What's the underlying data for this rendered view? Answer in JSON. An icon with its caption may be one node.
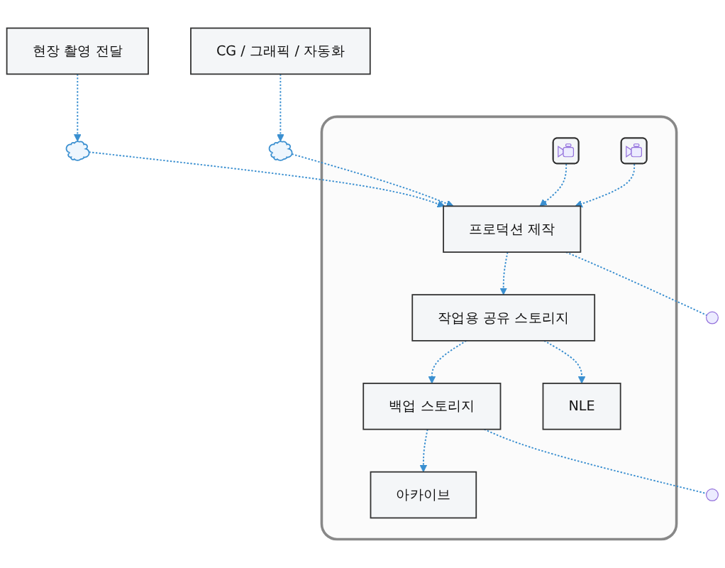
{
  "diagram": {
    "nodes": [
      {
        "text": [
          "현장 촬영 전달"
        ]
      },
      {
        "text": [],
        "shape": "cloud"
      },
      {
        "text": [],
        "shape": "cloud"
      },
      {
        "text": [
          "CG / 그래픽 / 자동화"
        ]
      },
      {
        "text": [],
        "shape": "box"
      },
      {
        "text": [],
        "shape": "picture",
        "in": 4
      },
      {
        "text": [],
        "shape": "picture",
        "in": 4
      },
      {
        "text": [
          "프로덕션 제작"
        ],
        "in": 4
      },
      {
        "text": [
          "백업 스토리지"
        ],
        "in": 4
      },
      {
        "text": [
          "NLE"
        ],
        "in": 4
      },
      {
        "text": [
          "작업용 공유 스토리지"
        ],
        "in": 4
      },
      {
        "text": [
          "아카이브"
        ],
        "in": 4
      }
    ],
    "edges": [
      {
        "from": 0,
        "to": 1,
        "arrow": "to",
        "style": "dashed"
      },
      {
        "from": 1,
        "to": 7,
        "arrow": "to",
        "style": "dashed"
      },
      {
        "from": 3,
        "to": 2,
        "arrow": "to",
        "style": "dashed"
      },
      {
        "from": 2,
        "to": 7,
        "arrow": "to",
        "style": "dashed"
      },
      {
        "from": 5,
        "to": 7,
        "arrow": "to",
        "style": "dashed"
      },
      {
        "from": 6,
        "to": 7,
        "arrow": "to",
        "style": "dashed"
      },
      {
        "from": 7,
        "to": null,
        "arrow": "none",
        "style": "dashed"
      },
      {
        "from": 7,
        "to": 10,
        "arrow": "to",
        "style": "dashed"
      },
      {
        "from": 10,
        "to": 8,
        "arrow": "to",
        "style": "dashed"
      },
      {
        "from": 10,
        "to": 9,
        "arrow": "to",
        "style": "dashed"
      },
      {
        "from": 8,
        "to": 11,
        "arrow": "to",
        "style": "dashed"
      },
      {
        "from": 8,
        "to": null,
        "arrow": "none",
        "style": "dashed"
      }
    ]
  }
}
